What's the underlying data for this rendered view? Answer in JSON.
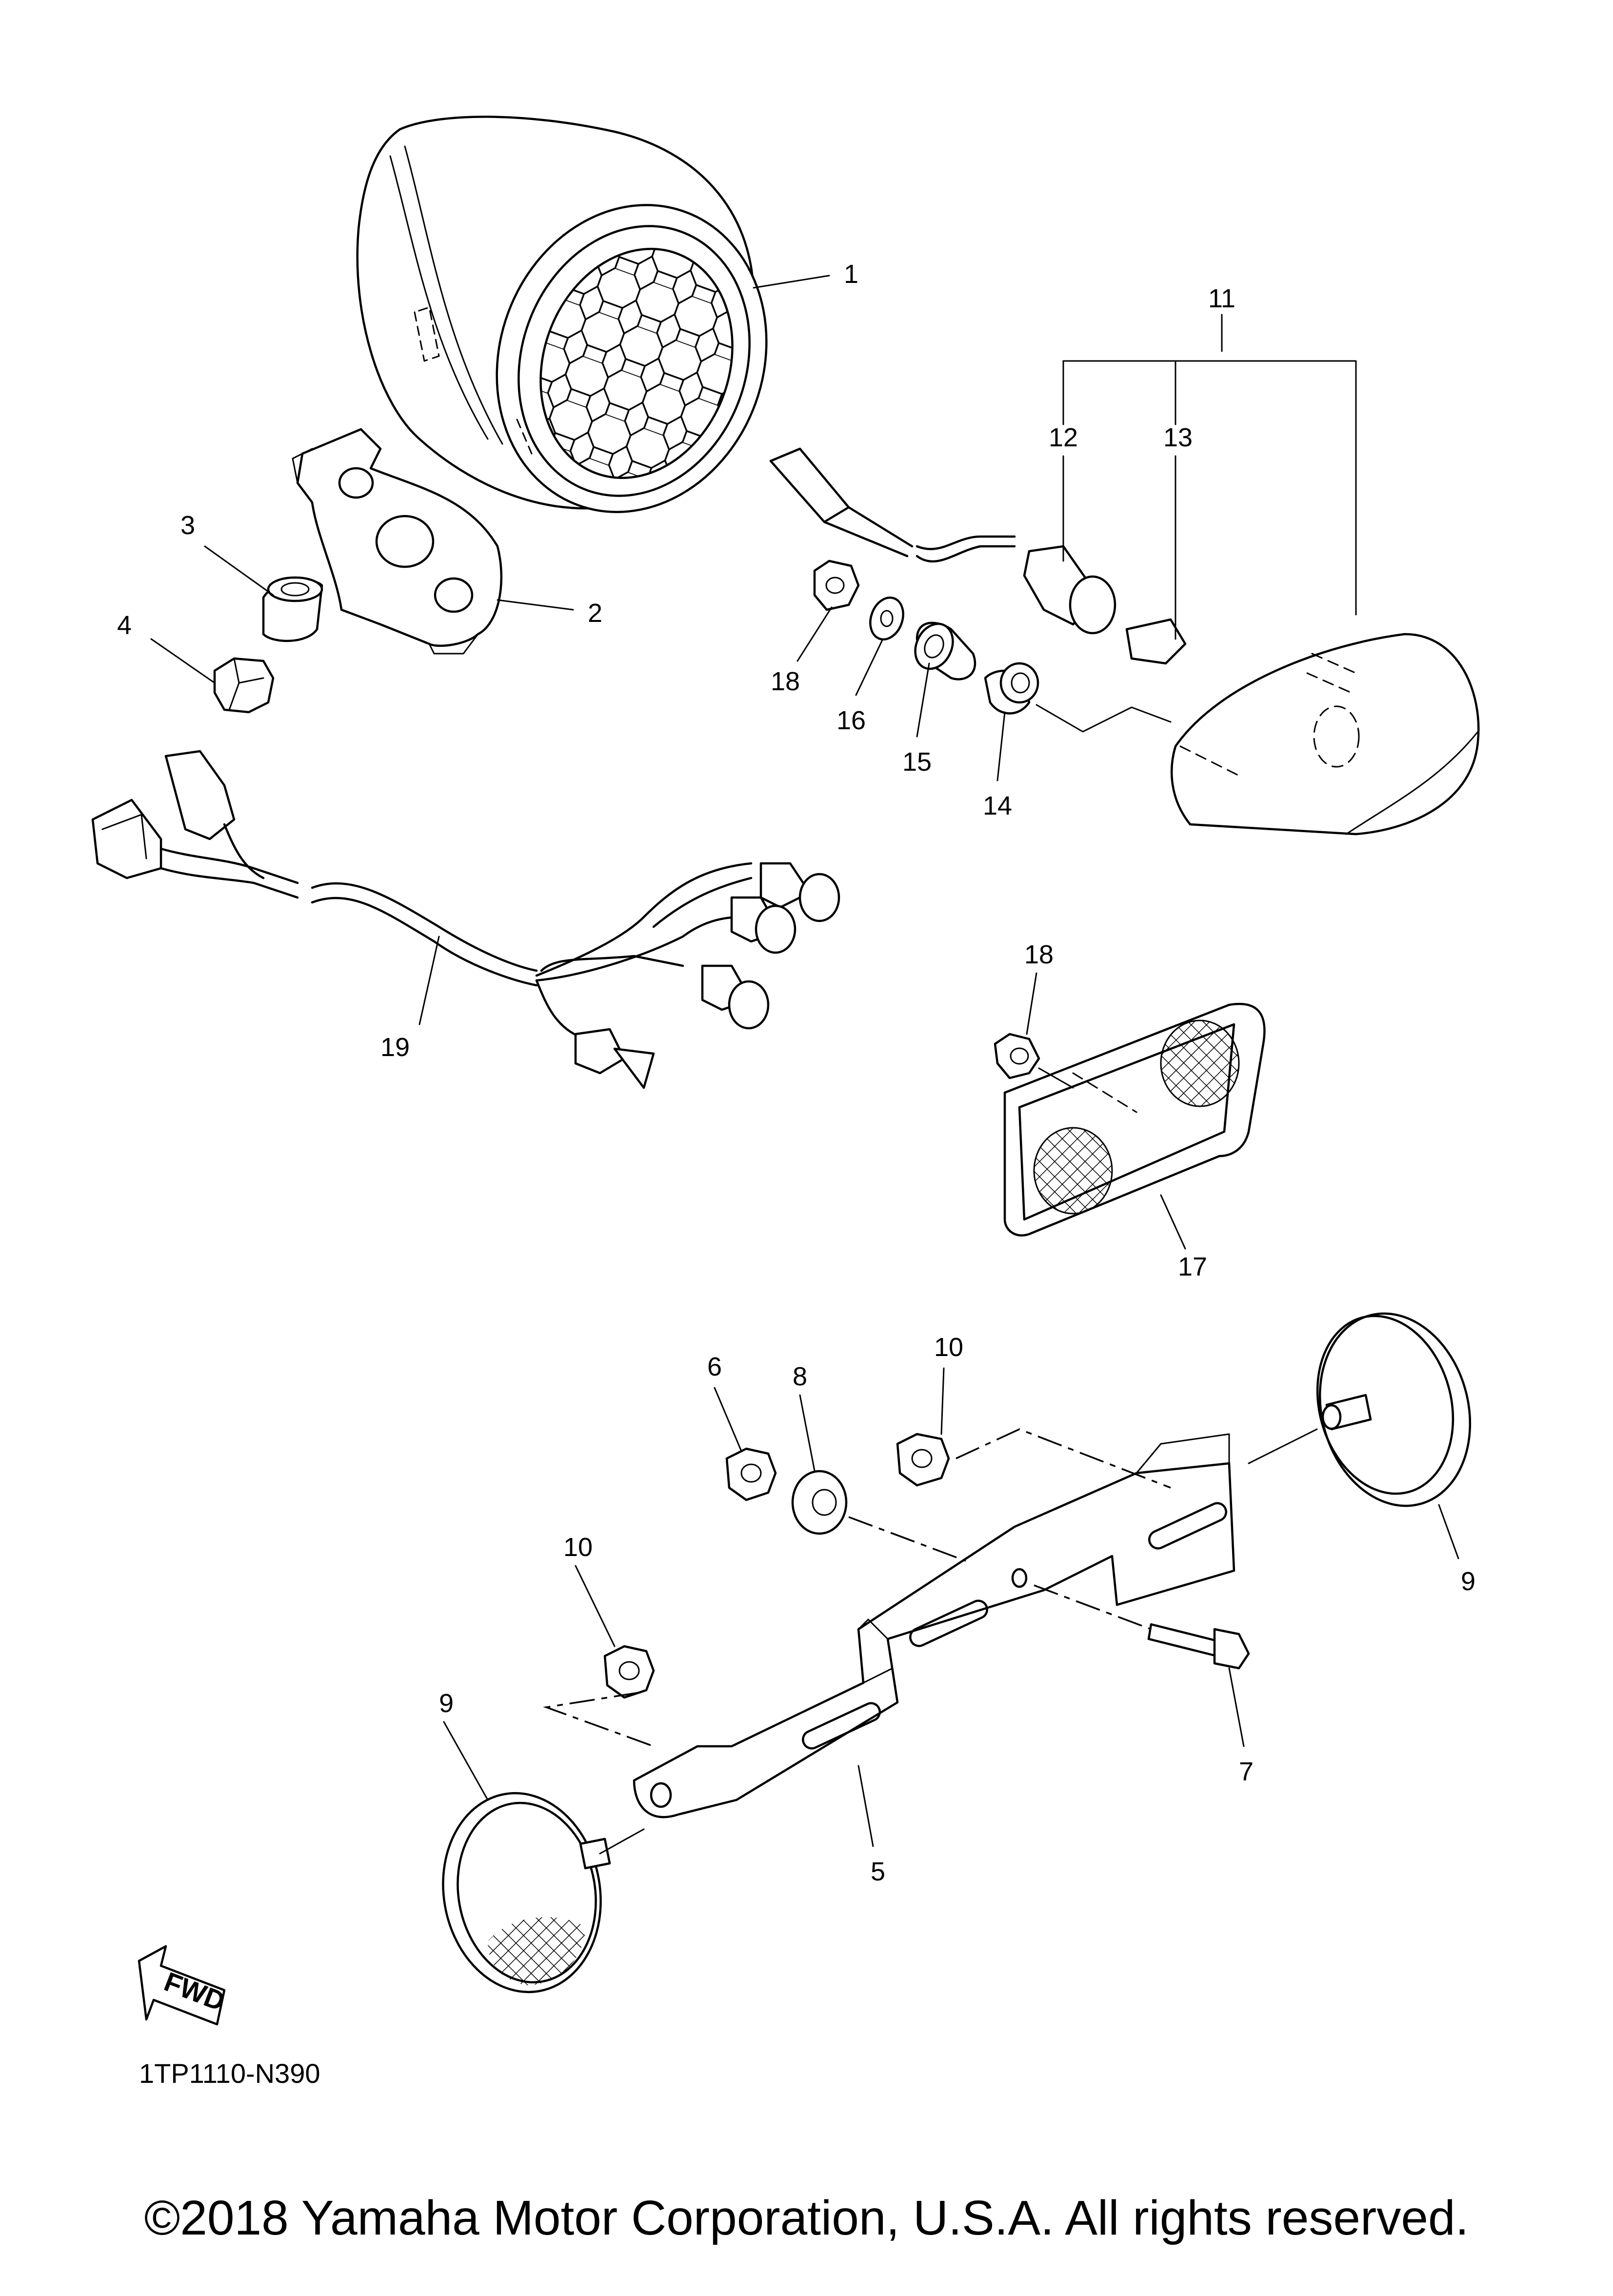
{
  "diagram": {
    "drawing_code": "1TP1110-N390",
    "fwd_label": "FWD",
    "copyright": "©2018 Yamaha Motor Corporation, U.S.A. All rights reserved.",
    "callouts": {
      "c1": "1",
      "c2": "2",
      "c3": "3",
      "c4": "4",
      "c5": "5",
      "c6": "6",
      "c7": "7",
      "c8": "8",
      "c9a": "9",
      "c9b": "9",
      "c10a": "10",
      "c10b": "10",
      "c11": "11",
      "c12": "12",
      "c13": "13",
      "c14": "14",
      "c15": "15",
      "c16": "16",
      "c17": "17",
      "c18a": "18",
      "c18b": "18",
      "c19": "19"
    }
  }
}
